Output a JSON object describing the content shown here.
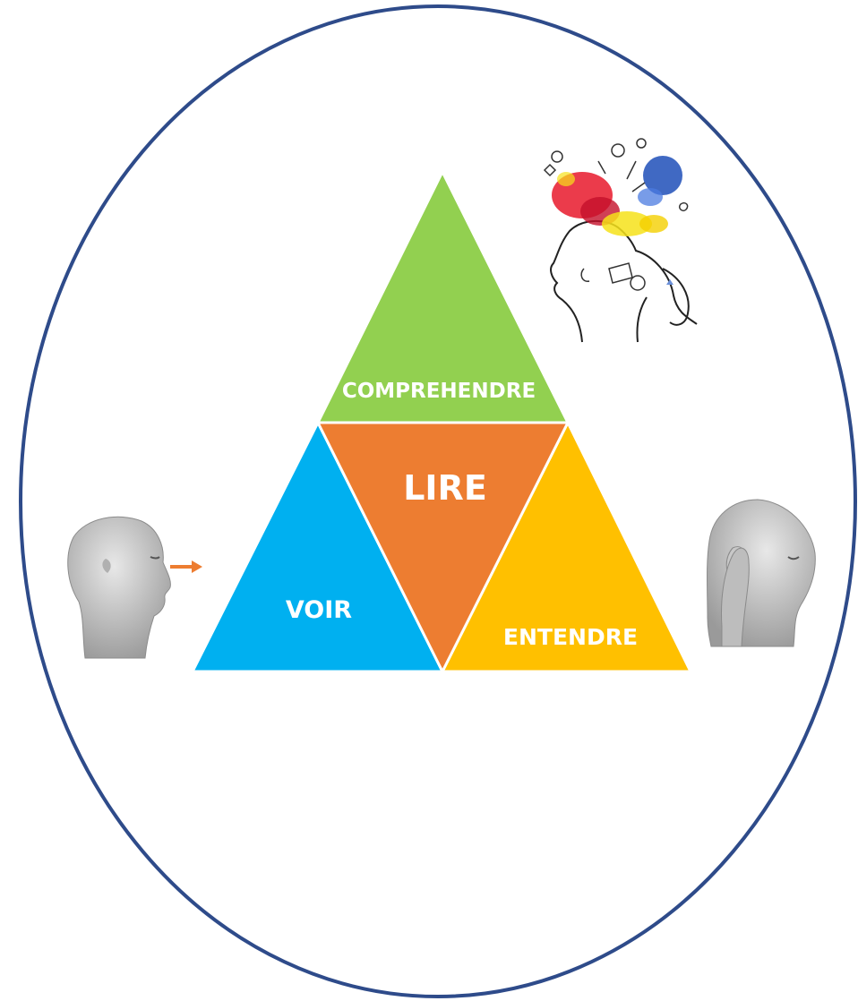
{
  "diagram": {
    "center_label": "LIRE",
    "top_label": "COMPREHENDRE",
    "left_label": "VOIR",
    "right_label": "ENTENDRE"
  },
  "colors": {
    "ellipse_stroke": "#2E4B8A",
    "top_triangle": "#92D050",
    "center_triangle": "#ED7D31",
    "left_triangle": "#00B0F0",
    "right_triangle": "#FFC000",
    "arrow": "#ED7D31"
  },
  "icons": {
    "left_head": "head-looking-icon",
    "right_head": "head-listening-icon",
    "mind": "thinking-head-icon"
  }
}
